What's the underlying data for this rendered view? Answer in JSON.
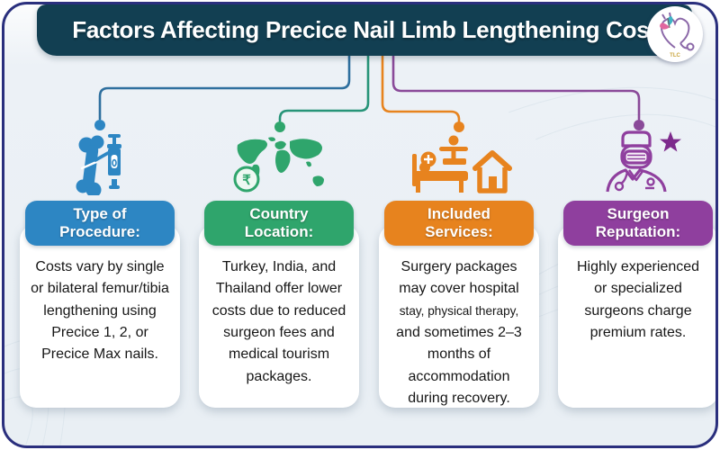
{
  "frame": {
    "border_color": "#2a2f7d",
    "panel_background": "#e9eff4"
  },
  "header": {
    "title": "Factors Affecting Precice Nail Limb Lengthening Cost",
    "bg_color": "#123f52",
    "logo_text": "TLC"
  },
  "columns": [
    {
      "name": "type-of-procedure",
      "accent": "#2d86c3",
      "connector_color": "#2e6f9e",
      "icon": "bone-lengthening-nail-icon",
      "label_line1": "Type of",
      "label_line2": "Procedure:",
      "body": "Costs vary by single or bilateral femur/tibia lengthening using Precice 1, 2, or Precice Max nails."
    },
    {
      "name": "country-location",
      "accent": "#2fa56c",
      "connector_color": "#279478",
      "icon": "world-map-rupee-coin-icon",
      "label_line1": "Country",
      "label_line2": "Location:",
      "body": "Turkey, India, and Thailand offer lower costs due to reduced surgeon fees and medical tourism packages."
    },
    {
      "name": "included-services",
      "accent": "#e7831e",
      "connector_color": "#e7831e",
      "icon": "hospital-bed-house-icon",
      "label_line1": "Included",
      "label_line2": "Services:",
      "body_parts": [
        "Surgery packages may cover hospital",
        "stay, physical therapy,",
        "and sometimes 2–3 months of accommodation during recovery."
      ]
    },
    {
      "name": "surgeon-reputation",
      "accent": "#8f3f9e",
      "connector_color": "#8a4a99",
      "icon": "surgeon-star-icon",
      "label_line1": "Surgeon",
      "label_line2": "Reputation:",
      "body": "Highly experienced or specialized surgeons charge premium rates."
    }
  ]
}
